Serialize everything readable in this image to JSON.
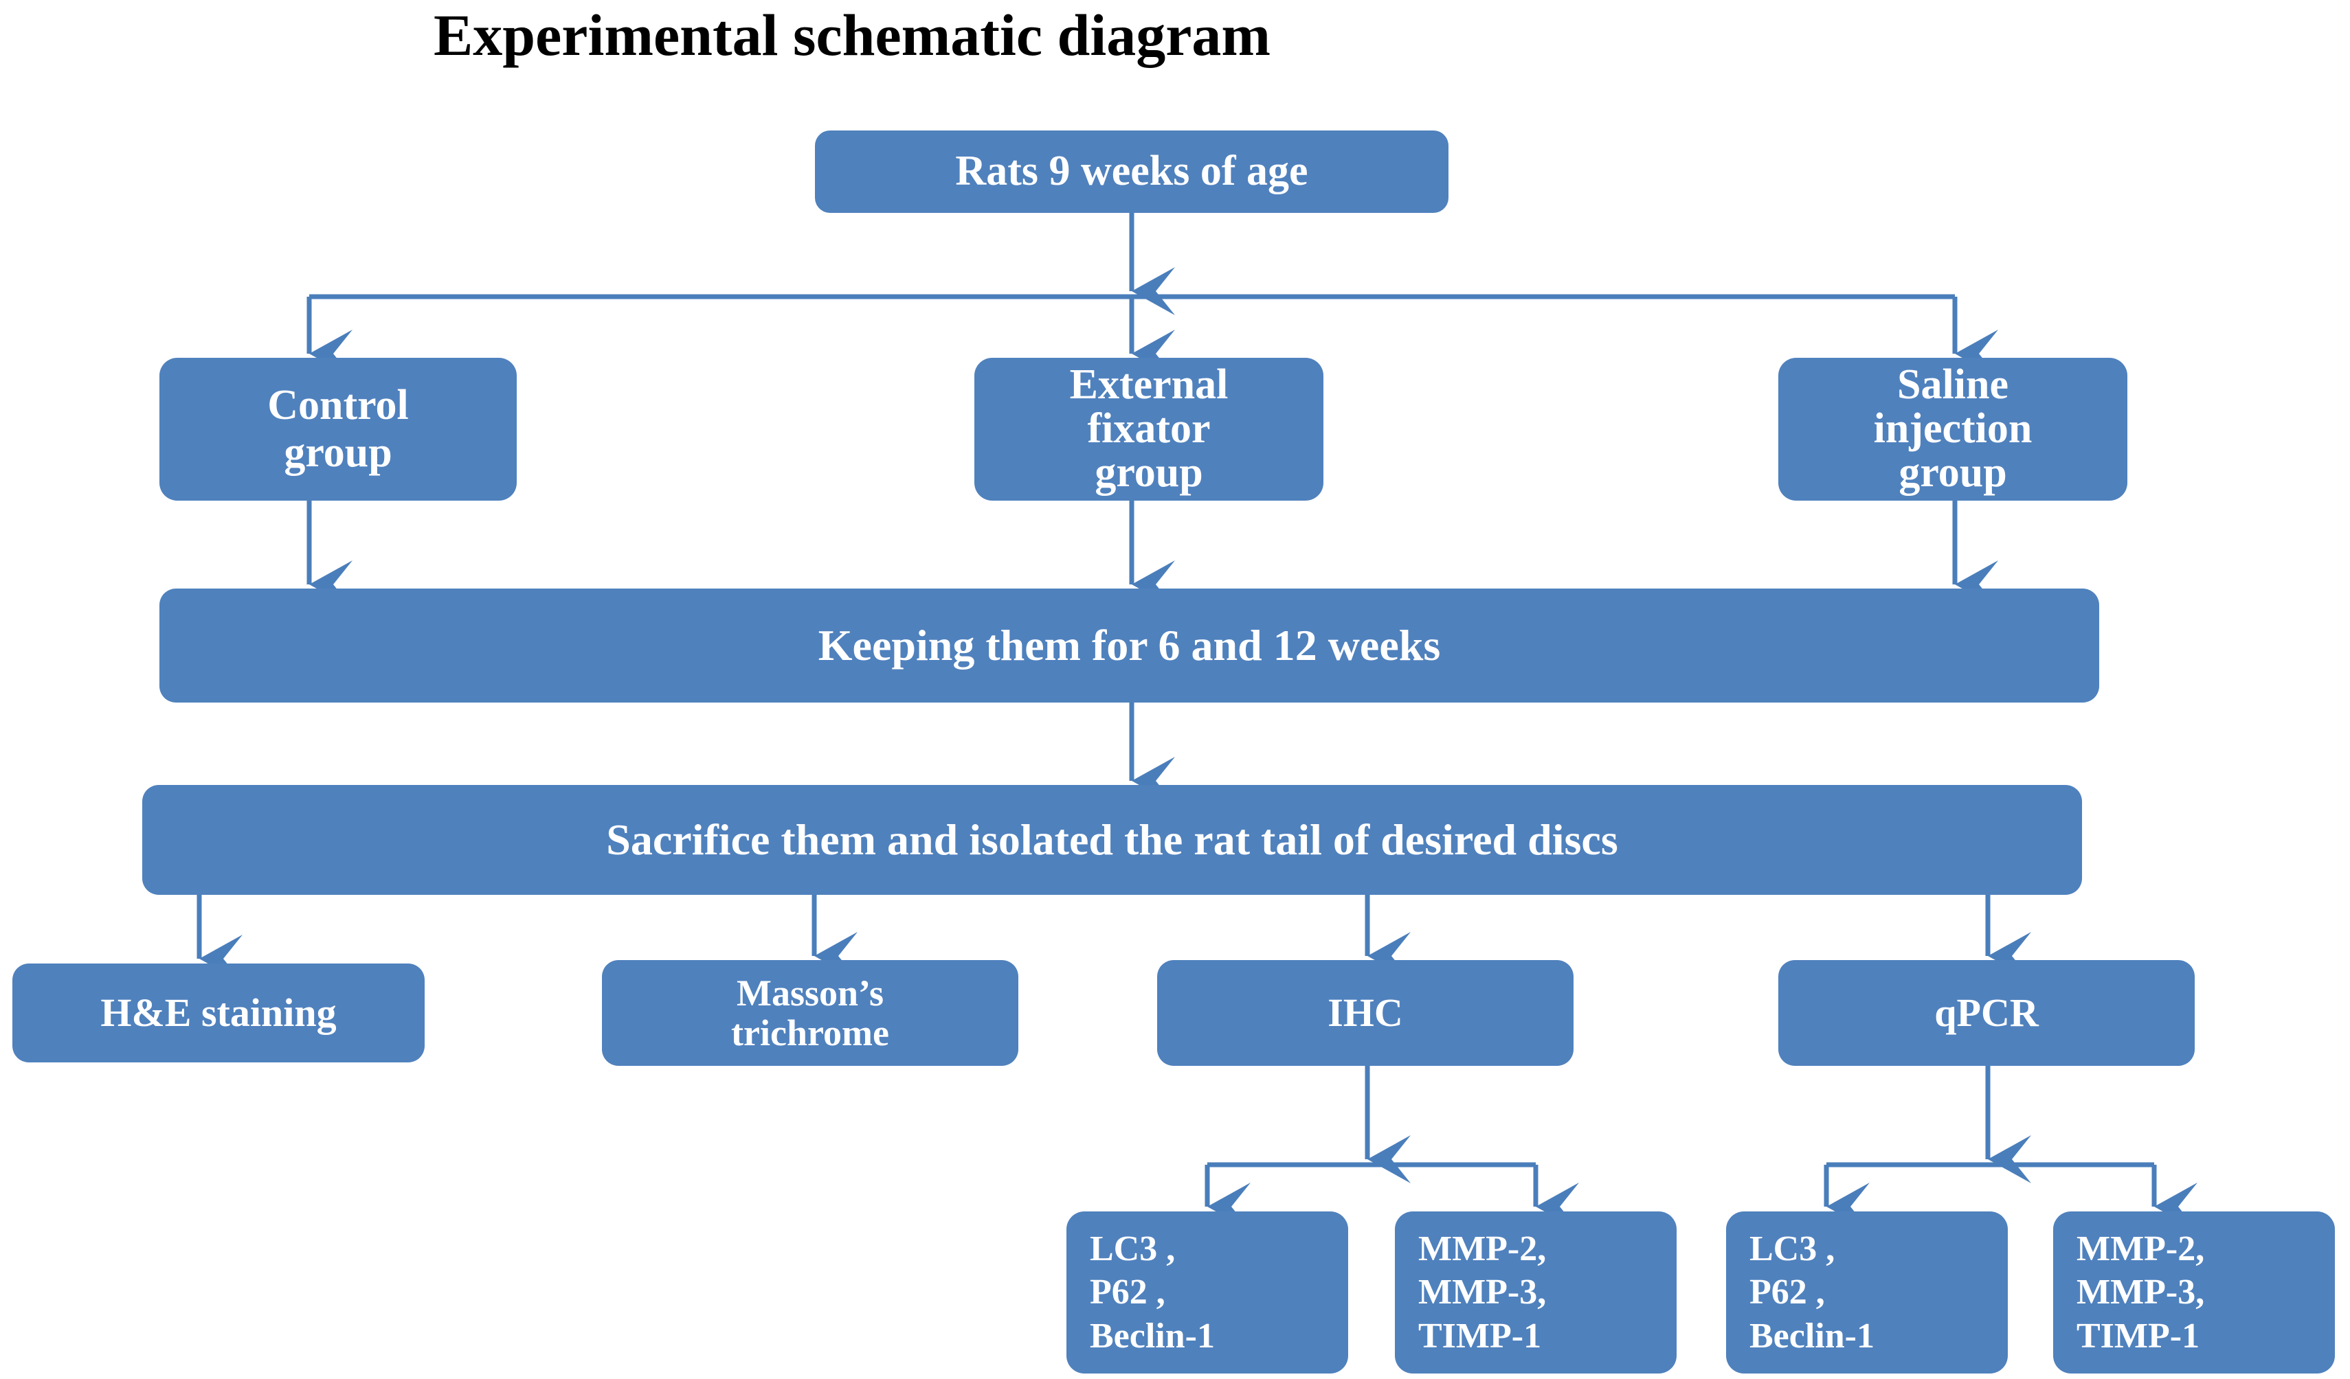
{
  "title": "Experimental schematic diagram",
  "colors": {
    "node_fill": "#4f81bd",
    "node_text": "#ffffff",
    "connector": "#4a7ebb",
    "background": "#ffffff",
    "title_text": "#000000"
  },
  "nodes": {
    "root": "Rats  9 weeks of age",
    "groups": [
      "Control\ngroup",
      "External\nfixator\ngroup",
      "Saline\ninjection\ngroup"
    ],
    "keeping": "Keeping them for 6 and 12 weeks",
    "sacrifice": "Sacrifice them and isolated the rat tail of desired discs",
    "methods": [
      "H&E staining",
      "Masson’s\ntrichrome",
      "IHC",
      "qPCR"
    ],
    "markers": [
      "LC3 ,\nP62 ,\nBeclin-1",
      "MMP-2,\nMMP-3,\nTIMP-1",
      "LC3 ,\nP62 ,\nBeclin-1",
      "MMP-2,\nMMP-3,\nTIMP-1"
    ]
  },
  "flow": {
    "root_to_groups": [
      "Control group",
      "External fixator group",
      "Saline injection group"
    ],
    "groups_to_keeping": true,
    "keeping_to_sacrifice": true,
    "sacrifice_to_methods": [
      "H&E staining",
      "Masson’s trichrome",
      "IHC",
      "qPCR"
    ],
    "ihc_to_markers": [
      "LC3 , P62 , Beclin-1",
      "MMP-2, MMP-3, TIMP-1"
    ],
    "qpcr_to_markers": [
      "LC3 , P62 , Beclin-1",
      "MMP-2, MMP-3, TIMP-1"
    ]
  }
}
